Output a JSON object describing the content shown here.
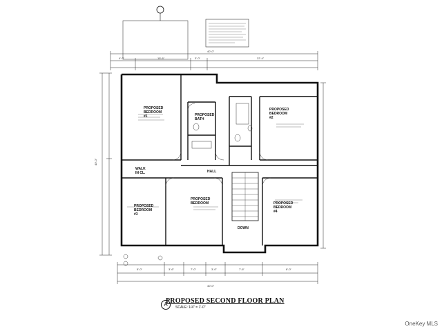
{
  "drawing": {
    "title": "PROPOSED SECOND FLOOR PLAN",
    "scale": "SCALE: 1/4\" = 1'-0\"",
    "marker": "A",
    "north_marker": "A",
    "watermark": "OneKey MLS"
  },
  "rooms": [
    {
      "name": "PROPOSED\nBEDROOM\n#1"
    },
    {
      "name": "PROPOSED\nBATH"
    },
    {
      "name": "PROPOSED\nBEDROOM\n#2"
    },
    {
      "name": "PROPOSED\nBEDROOM\n#3"
    },
    {
      "name": "PROPOSED\nBEDROOM\n#4"
    },
    {
      "name": "PROPOSED\nBEDROOM"
    },
    {
      "name": "WALK\nIN CL."
    },
    {
      "name": "HALL"
    },
    {
      "name": "DOWN"
    }
  ],
  "dimensions": {
    "top_overall": "40'-0\"",
    "top_segments": [
      "4'-0\"",
      "15'-6\"",
      "3'-0\"",
      "22'-4\""
    ],
    "bottom_overall": "40'-0\"",
    "bottom_segments": [
      "5'-0\"",
      "3'-6\"",
      "7'-0\"",
      "3'-0\"",
      "7'-6\"",
      "8'-0\""
    ],
    "left_overall": "40'-0\""
  }
}
